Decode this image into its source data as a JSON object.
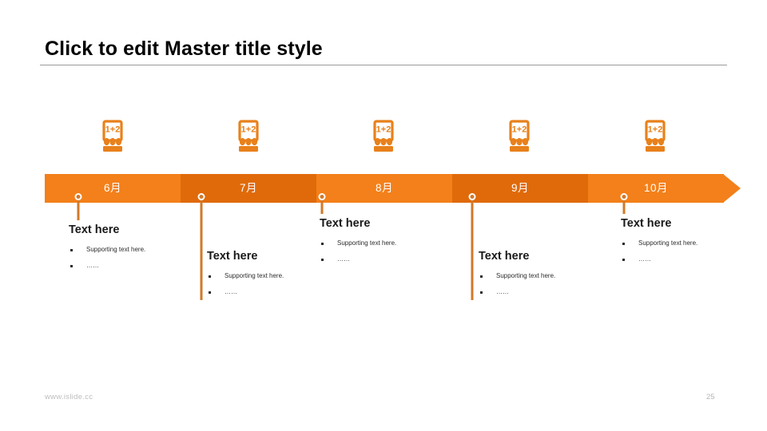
{
  "slide": {
    "title": "Click to edit Master title style",
    "accent_color": "#F3801A",
    "accent_dark_color": "#E06A0A",
    "connector_color": "#D2792A",
    "icon_color": "#E8811B"
  },
  "timeline": {
    "segments": [
      {
        "label": "6月",
        "icon": "abacus-classroom-icon",
        "icon_text": "1+2"
      },
      {
        "label": "7月",
        "icon": "abacus-classroom-icon",
        "icon_text": "1+2"
      },
      {
        "label": "8月",
        "icon": "abacus-classroom-icon",
        "icon_text": "1+2"
      },
      {
        "label": "9月",
        "icon": "abacus-classroom-icon",
        "icon_text": "1+2"
      },
      {
        "label": "10月",
        "icon": "abacus-classroom-icon",
        "icon_text": "1+2"
      }
    ]
  },
  "content_blocks": [
    {
      "title": "Text here",
      "bullets": [
        "Supporting text here.",
        "……"
      ]
    },
    {
      "title": "Text here",
      "bullets": [
        "Supporting text here.",
        "……"
      ]
    },
    {
      "title": "Text here",
      "bullets": [
        "Supporting text here.",
        "……"
      ]
    },
    {
      "title": "Text here",
      "bullets": [
        "Supporting text here.",
        "……"
      ]
    },
    {
      "title": "Text here",
      "bullets": [
        "Supporting text here.",
        "……"
      ]
    }
  ],
  "footer": {
    "url": "www.islide.cc",
    "page_number": "25"
  }
}
